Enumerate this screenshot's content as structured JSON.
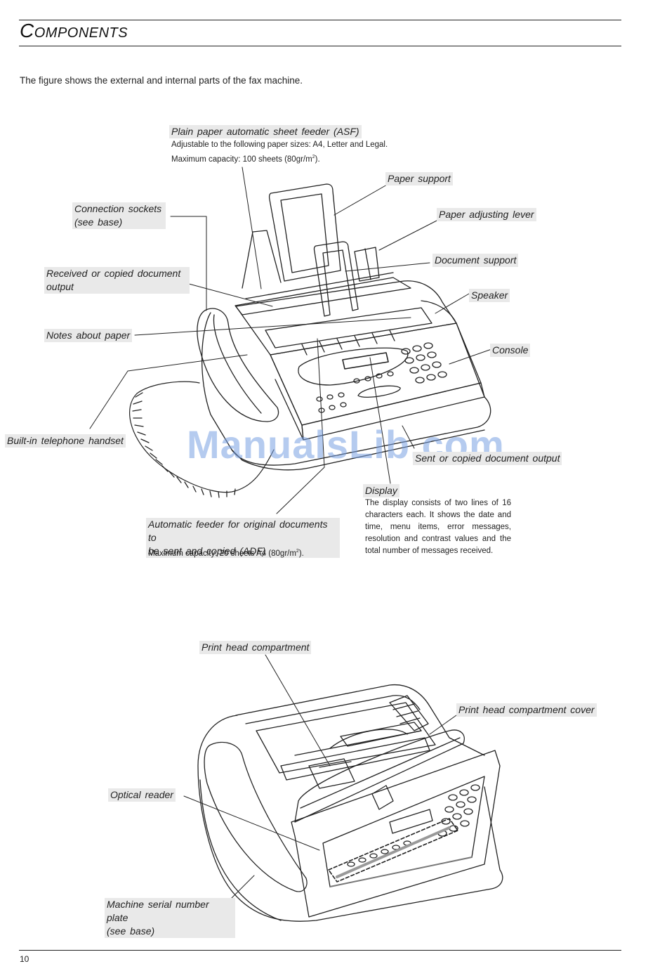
{
  "header": {
    "title": "Components"
  },
  "intro": "The figure shows the external and internal parts of the fax machine.",
  "fig1": {
    "asf_label": "Plain paper automatic sheet feeder  (ASF)",
    "asf_note1": "Adjustable to the following paper sizes: A4, Letter and Legal.",
    "asf_note2": "Maximum capacity: 100 sheets (80gr/m",
    "asf_note2_sup": "2",
    "asf_note2_end": ").",
    "paper_support": "Paper support",
    "connection_sockets": [
      "Connection sockets",
      "(see base)"
    ],
    "paper_adjusting_lever": "Paper adjusting lever",
    "received_output": [
      "Received or copied document",
      "output"
    ],
    "document_support": "Document support",
    "speaker": "Speaker",
    "notes_about_paper": "Notes about paper",
    "console": "Console",
    "handset": "Built-in telephone handset",
    "sent_output": "Sent or copied document output",
    "display_label": "Display",
    "display_note": "The display consists of two lines of 16 characters each. It shows the date and time, menu items, error messages, resolution and contrast values and the total number of messages received.",
    "adf_label": [
      "Automatic feeder for original documents to",
      "be sent and copied (ADF)"
    ],
    "adf_note": "Maximum capacity: 20 sheets A4 (80gr/m",
    "adf_note_sup": "2",
    "adf_note_end": ")."
  },
  "fig2": {
    "print_head_compartment": "Print head compartment",
    "print_head_cover": "Print head compartment cover",
    "optical_reader": "Optical reader",
    "serial_plate": [
      "Machine serial number plate",
      "(see base)"
    ]
  },
  "watermark": "ManualsLib.com",
  "footer": {
    "page_number": "10"
  }
}
